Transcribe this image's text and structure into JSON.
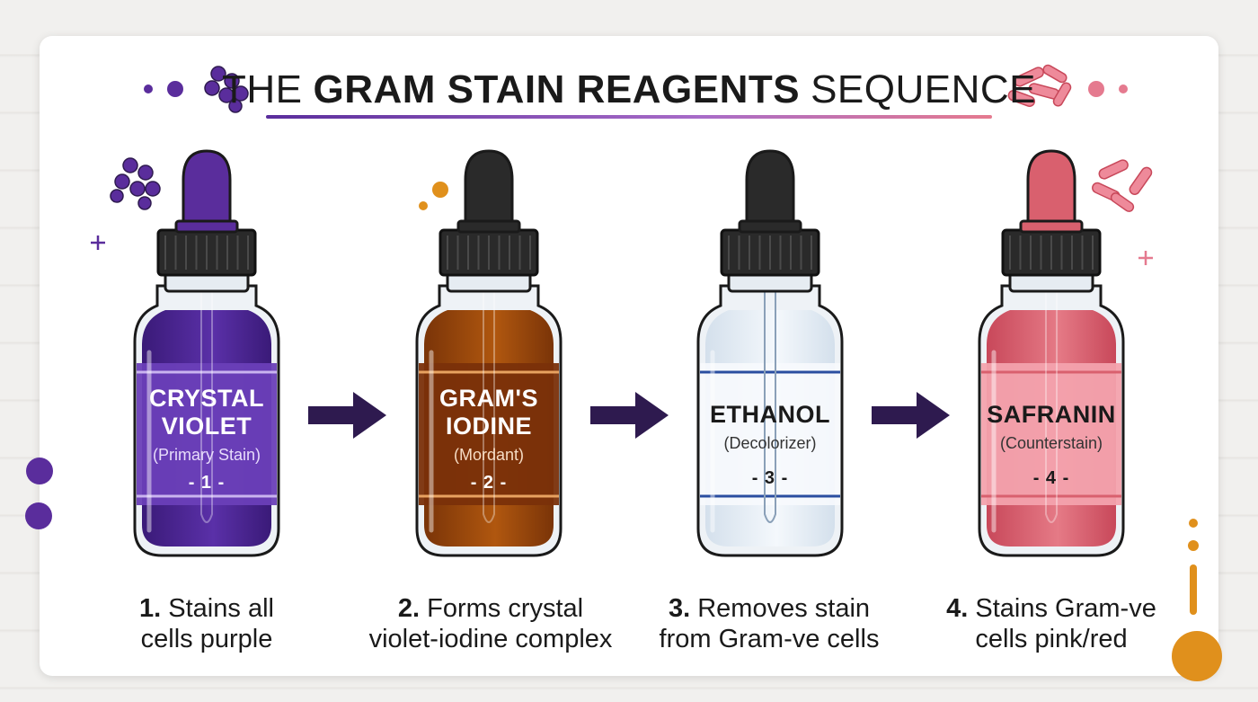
{
  "title": {
    "prefix": "THE",
    "emphasis": "GRAM STAIN REAGENTS",
    "suffix": "SEQUENCE"
  },
  "colors": {
    "crystal_violet": "#4a2590",
    "iodine": "#8a3f0a",
    "ethanol": "#dfe9f2",
    "safranin": "#d9606e",
    "arrow": "#2e1a4f",
    "accent_orange": "#e0901c"
  },
  "steps": [
    {
      "name_line1": "CRYSTAL",
      "name_line2": "VIOLET",
      "role": "(Primary Stain)",
      "number": "- 1 -",
      "caption_num": "1.",
      "caption_line1": "Stains all",
      "caption_line2": "cells purple"
    },
    {
      "name_line1": "GRAM'S",
      "name_line2": "IODINE",
      "role": "(Mordant)",
      "number": "- 2 -",
      "caption_num": "2.",
      "caption_line1": "Forms crystal",
      "caption_line2": "violet-iodine complex"
    },
    {
      "name_line1": "ETHANOL",
      "name_line2": "",
      "role": "(Decolorizer)",
      "number": "- 3 -",
      "caption_num": "3.",
      "caption_line1": "Removes stain",
      "caption_line2": "from Gram-ve cells"
    },
    {
      "name_line1": "SAFRANIN",
      "name_line2": "",
      "role": "(Counterstain)",
      "number": "- 4 -",
      "caption_num": "4.",
      "caption_line1": "Stains Gram-ve",
      "caption_line2": "cells pink/red"
    }
  ],
  "icons": {
    "cocci_cluster": "purple-cocci-cluster-icon",
    "bacilli_cluster": "pink-bacilli-cluster-icon",
    "dropper_bottle": "dropper-bottle-icon",
    "arrow": "right-arrow-icon"
  }
}
